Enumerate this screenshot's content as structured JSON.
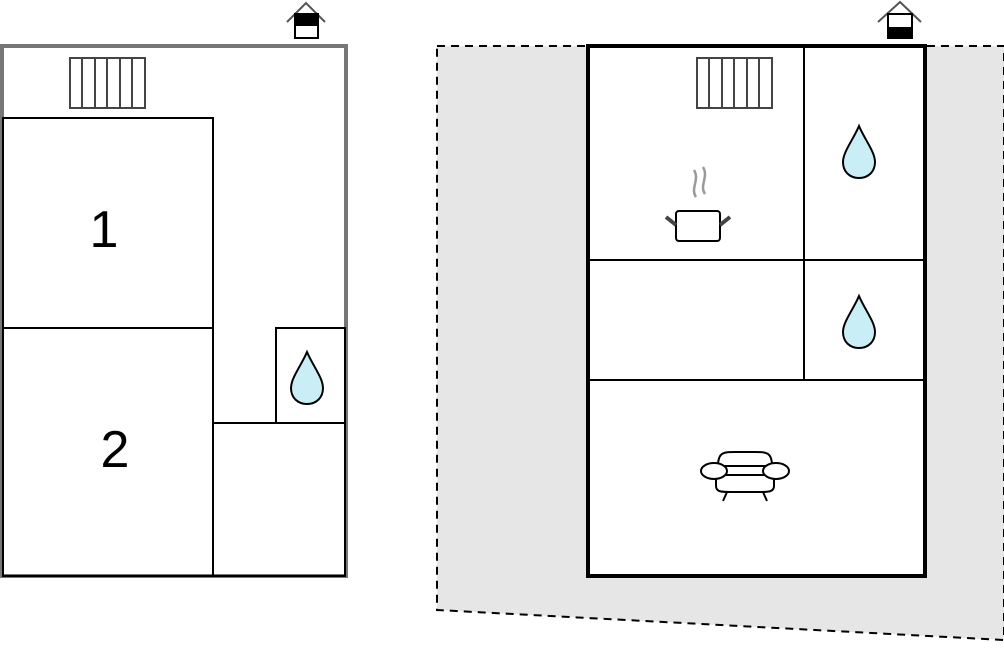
{
  "plans": [
    {
      "name": "floor-plan-left",
      "rooms": [
        {
          "label": "1"
        },
        {
          "label": "2"
        }
      ]
    },
    {
      "name": "floor-plan-right",
      "rooms": []
    }
  ],
  "colors": {
    "water_drop": "#c9eef5",
    "outside_area": "#e6e6e6",
    "left_wall": "#777777",
    "right_wall": "#000000"
  },
  "icons": [
    "house-entrance-icon",
    "radiator-icon",
    "water-drop-icon",
    "cooking-pot-icon",
    "sofa-icon"
  ]
}
